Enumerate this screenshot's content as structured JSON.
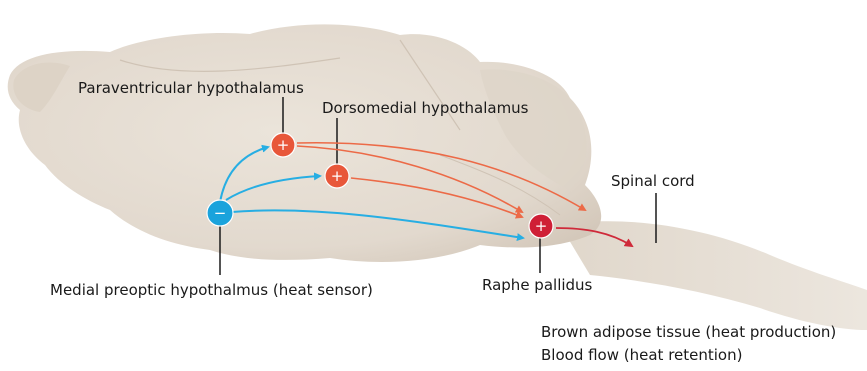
{
  "labels": {
    "paraventricular": "Paraventricular hypothalamus",
    "dorsomedial": "Dorsomedial hypothalamus",
    "spinal_cord": "Spinal cord",
    "medial_preoptic": "Medial preoptic hypothalmus (heat sensor)",
    "raphe": "Raphe pallidus",
    "output_brown_adipose": "Brown adipose tissue (heat production)",
    "output_blood_flow": "Blood flow (heat retention)"
  },
  "nodes": {
    "paraventricular": {
      "symbol": "+",
      "color": "#e8573a"
    },
    "dorsomedial": {
      "symbol": "+",
      "color": "#e8573a"
    },
    "medial_preoptic": {
      "symbol": "−",
      "color": "#1aa3dc"
    },
    "raphe": {
      "symbol": "+",
      "color": "#cf1f36"
    }
  },
  "colors": {
    "inhibitory_arrow": "#27aee3",
    "excitatory_arrow": "#ec6a47",
    "raphe_arrow": "#cf2a3a",
    "brain_fill": "#e4dcd2",
    "brain_shadow": "#d3c8bb"
  }
}
